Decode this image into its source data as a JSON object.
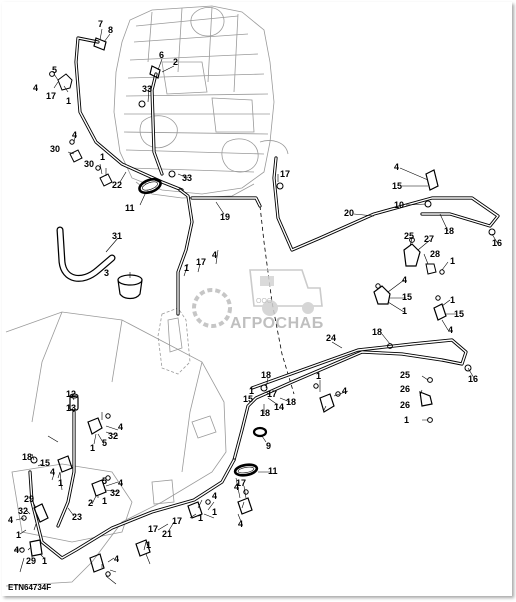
{
  "figure_code": "ETN64734F",
  "watermark": {
    "name": "АГРОСНАБ",
    "prefix": "ООО"
  },
  "callouts": [
    {
      "text": "7",
      "id": "c1"
    },
    {
      "text": "8",
      "id": "c2"
    },
    {
      "text": "6",
      "id": "c3"
    },
    {
      "text": "2",
      "id": "c4"
    },
    {
      "text": "5",
      "id": "c5"
    },
    {
      "text": "4",
      "id": "c6"
    },
    {
      "text": "17",
      "id": "c7"
    },
    {
      "text": "1",
      "id": "c8"
    },
    {
      "text": "33",
      "id": "c9"
    },
    {
      "text": "4",
      "id": "c10"
    },
    {
      "text": "30",
      "id": "c11"
    },
    {
      "text": "30",
      "id": "c12"
    },
    {
      "text": "1",
      "id": "c13"
    },
    {
      "text": "22",
      "id": "c14"
    },
    {
      "text": "33",
      "id": "c15"
    },
    {
      "text": "11",
      "id": "c16"
    },
    {
      "text": "19",
      "id": "c17"
    },
    {
      "text": "17",
      "id": "c18"
    },
    {
      "text": "4",
      "id": "c19"
    },
    {
      "text": "15",
      "id": "c20"
    },
    {
      "text": "10",
      "id": "c21"
    },
    {
      "text": "20",
      "id": "c22"
    },
    {
      "text": "18",
      "id": "c23"
    },
    {
      "text": "16",
      "id": "c24"
    },
    {
      "text": "25",
      "id": "c25"
    },
    {
      "text": "27",
      "id": "c26"
    },
    {
      "text": "28",
      "id": "c27"
    },
    {
      "text": "1",
      "id": "c28"
    },
    {
      "text": "31",
      "id": "c29"
    },
    {
      "text": "4",
      "id": "c30"
    },
    {
      "text": "17",
      "id": "c31"
    },
    {
      "text": "1",
      "id": "c32"
    },
    {
      "text": "3",
      "id": "c33"
    },
    {
      "text": "4",
      "id": "c34"
    },
    {
      "text": "15",
      "id": "c35"
    },
    {
      "text": "1",
      "id": "c36"
    },
    {
      "text": "1",
      "id": "c37"
    },
    {
      "text": "15",
      "id": "c38"
    },
    {
      "text": "4",
      "id": "c39"
    },
    {
      "text": "24",
      "id": "c40"
    },
    {
      "text": "18",
      "id": "c41"
    },
    {
      "text": "16",
      "id": "c42"
    },
    {
      "text": "12",
      "id": "c43"
    },
    {
      "text": "13",
      "id": "c44"
    },
    {
      "text": "18",
      "id": "c45"
    },
    {
      "text": "1",
      "id": "c46"
    },
    {
      "text": "15",
      "id": "c47"
    },
    {
      "text": "17",
      "id": "c48"
    },
    {
      "text": "14",
      "id": "c49"
    },
    {
      "text": "18",
      "id": "c50"
    },
    {
      "text": "18",
      "id": "c51"
    },
    {
      "text": "4",
      "id": "c52"
    },
    {
      "text": "1",
      "id": "c53"
    },
    {
      "text": "25",
      "id": "c54"
    },
    {
      "text": "26",
      "id": "c55"
    },
    {
      "text": "26",
      "id": "c56"
    },
    {
      "text": "1",
      "id": "c57"
    },
    {
      "text": "4",
      "id": "c58"
    },
    {
      "text": "32",
      "id": "c59"
    },
    {
      "text": "1",
      "id": "c60"
    },
    {
      "text": "5",
      "id": "c61"
    },
    {
      "text": "9",
      "id": "c62"
    },
    {
      "text": "11",
      "id": "c63"
    },
    {
      "text": "18",
      "id": "c64"
    },
    {
      "text": "15",
      "id": "c65"
    },
    {
      "text": "4",
      "id": "c66"
    },
    {
      "text": "1",
      "id": "c67"
    },
    {
      "text": "4",
      "id": "c68"
    },
    {
      "text": "1",
      "id": "c69"
    },
    {
      "text": "2",
      "id": "c70"
    },
    {
      "text": "32",
      "id": "c71"
    },
    {
      "text": "5",
      "id": "c72"
    },
    {
      "text": "23",
      "id": "c73"
    },
    {
      "text": "29",
      "id": "c74"
    },
    {
      "text": "32",
      "id": "c75"
    },
    {
      "text": "4",
      "id": "c76"
    },
    {
      "text": "1",
      "id": "c77"
    },
    {
      "text": "4",
      "id": "c78"
    },
    {
      "text": "1",
      "id": "c79"
    },
    {
      "text": "17",
      "id": "c80"
    },
    {
      "text": "1",
      "id": "c81"
    },
    {
      "text": "17",
      "id": "c82"
    },
    {
      "text": "21",
      "id": "c83"
    },
    {
      "text": "1",
      "id": "c84"
    },
    {
      "text": "4",
      "id": "c85"
    },
    {
      "text": "4",
      "id": "c86"
    },
    {
      "text": "17",
      "id": "c87"
    },
    {
      "text": "4",
      "id": "c88"
    },
    {
      "text": "4",
      "id": "c89"
    },
    {
      "text": "29",
      "id": "c90"
    },
    {
      "text": "1",
      "id": "c91"
    }
  ]
}
